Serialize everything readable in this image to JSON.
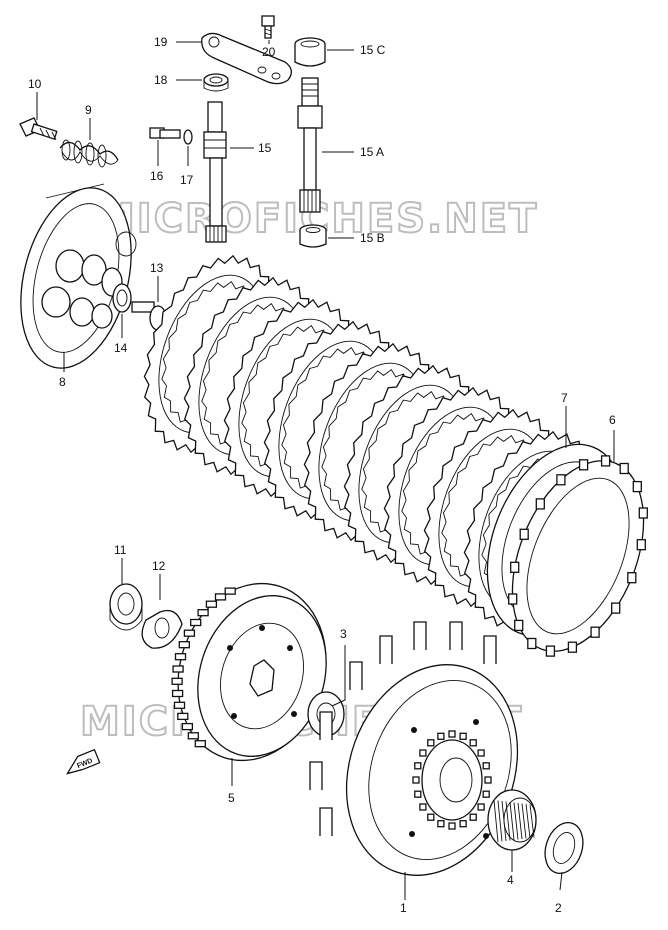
{
  "watermarks": [
    "MICROFICHES.NET",
    "MICROFICHES.NET"
  ],
  "fwd_label": "FWD",
  "callouts": [
    {
      "id": "1",
      "text": "1"
    },
    {
      "id": "2",
      "text": "2"
    },
    {
      "id": "3",
      "text": "3"
    },
    {
      "id": "4",
      "text": "4"
    },
    {
      "id": "5",
      "text": "5"
    },
    {
      "id": "6",
      "text": "6"
    },
    {
      "id": "7",
      "text": "7"
    },
    {
      "id": "8",
      "text": "8"
    },
    {
      "id": "9",
      "text": "9"
    },
    {
      "id": "10",
      "text": "10"
    },
    {
      "id": "11",
      "text": "11"
    },
    {
      "id": "12",
      "text": "12"
    },
    {
      "id": "13",
      "text": "13"
    },
    {
      "id": "14",
      "text": "14"
    },
    {
      "id": "15",
      "text": "15"
    },
    {
      "id": "15A",
      "text": "15 A"
    },
    {
      "id": "15B",
      "text": "15 B"
    },
    {
      "id": "15C",
      "text": "15 C"
    },
    {
      "id": "16",
      "text": "16"
    },
    {
      "id": "17",
      "text": "17"
    },
    {
      "id": "18",
      "text": "18"
    },
    {
      "id": "19",
      "text": "19"
    },
    {
      "id": "20",
      "text": "20"
    }
  ]
}
